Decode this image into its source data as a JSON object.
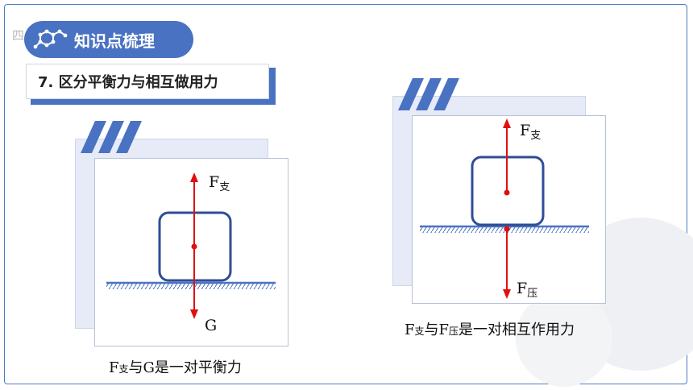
{
  "header": {
    "title": "知识点梳理",
    "ghost_char": "四"
  },
  "section": {
    "title": "7. 区分平衡力与相互做用力"
  },
  "left_diagram": {
    "force_up": {
      "main": "F",
      "sub": "支"
    },
    "force_down": {
      "main": "G"
    },
    "caption": {
      "f": "F",
      "sub": "支",
      "rest": "与G是一对平衡力"
    }
  },
  "right_diagram": {
    "force_up": {
      "main": "F",
      "sub": "支"
    },
    "force_down": {
      "main": "F",
      "sub": "压"
    },
    "caption": {
      "f1": "F",
      "sub1": "支",
      "mid": "与F",
      "sub2": "压",
      "rest": "是一对相互作用力"
    }
  },
  "colors": {
    "accent": "#4a72c2",
    "force_arrow": "#e01010",
    "block_border": "#2f4d96"
  }
}
